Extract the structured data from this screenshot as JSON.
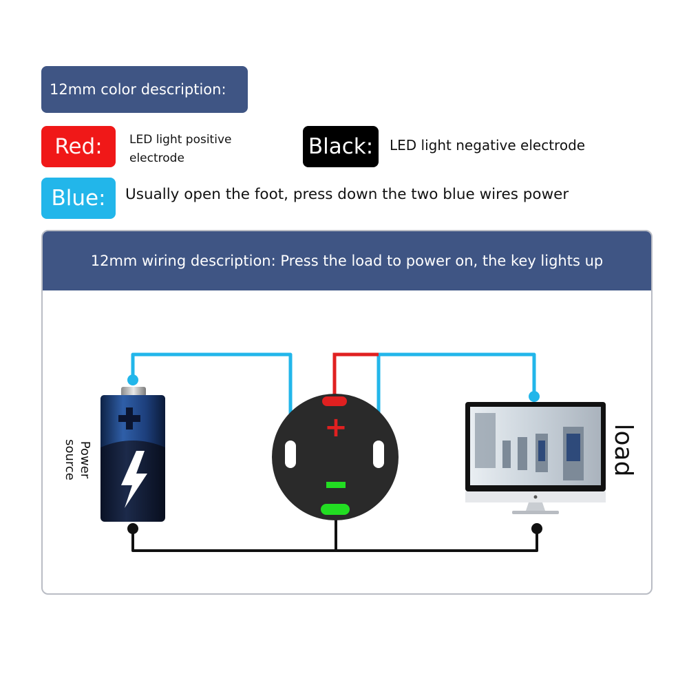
{
  "color_section": {
    "title": "12mm color description:",
    "red": {
      "tag": "Red:",
      "description": "LED light positive electrode",
      "color": "#f01818"
    },
    "black": {
      "tag": "Black:",
      "description": "LED light negative electrode",
      "color": "#000000"
    },
    "blue": {
      "tag": "Blue:",
      "description": "Usually open the foot, press down the two blue wires power",
      "color": "#22b6ea"
    }
  },
  "wiring_section": {
    "title": "12mm wiring description: Press the load to power on, the key lights up",
    "power_label": "Power source",
    "load_label": "load",
    "plus_symbol": "+",
    "minus_symbol": "−"
  },
  "colors": {
    "header": "#3f5584",
    "wire_blue": "#22b6ea",
    "wire_red": "#e02020",
    "wire_black": "#111111",
    "led_green": "#22dd22"
  }
}
